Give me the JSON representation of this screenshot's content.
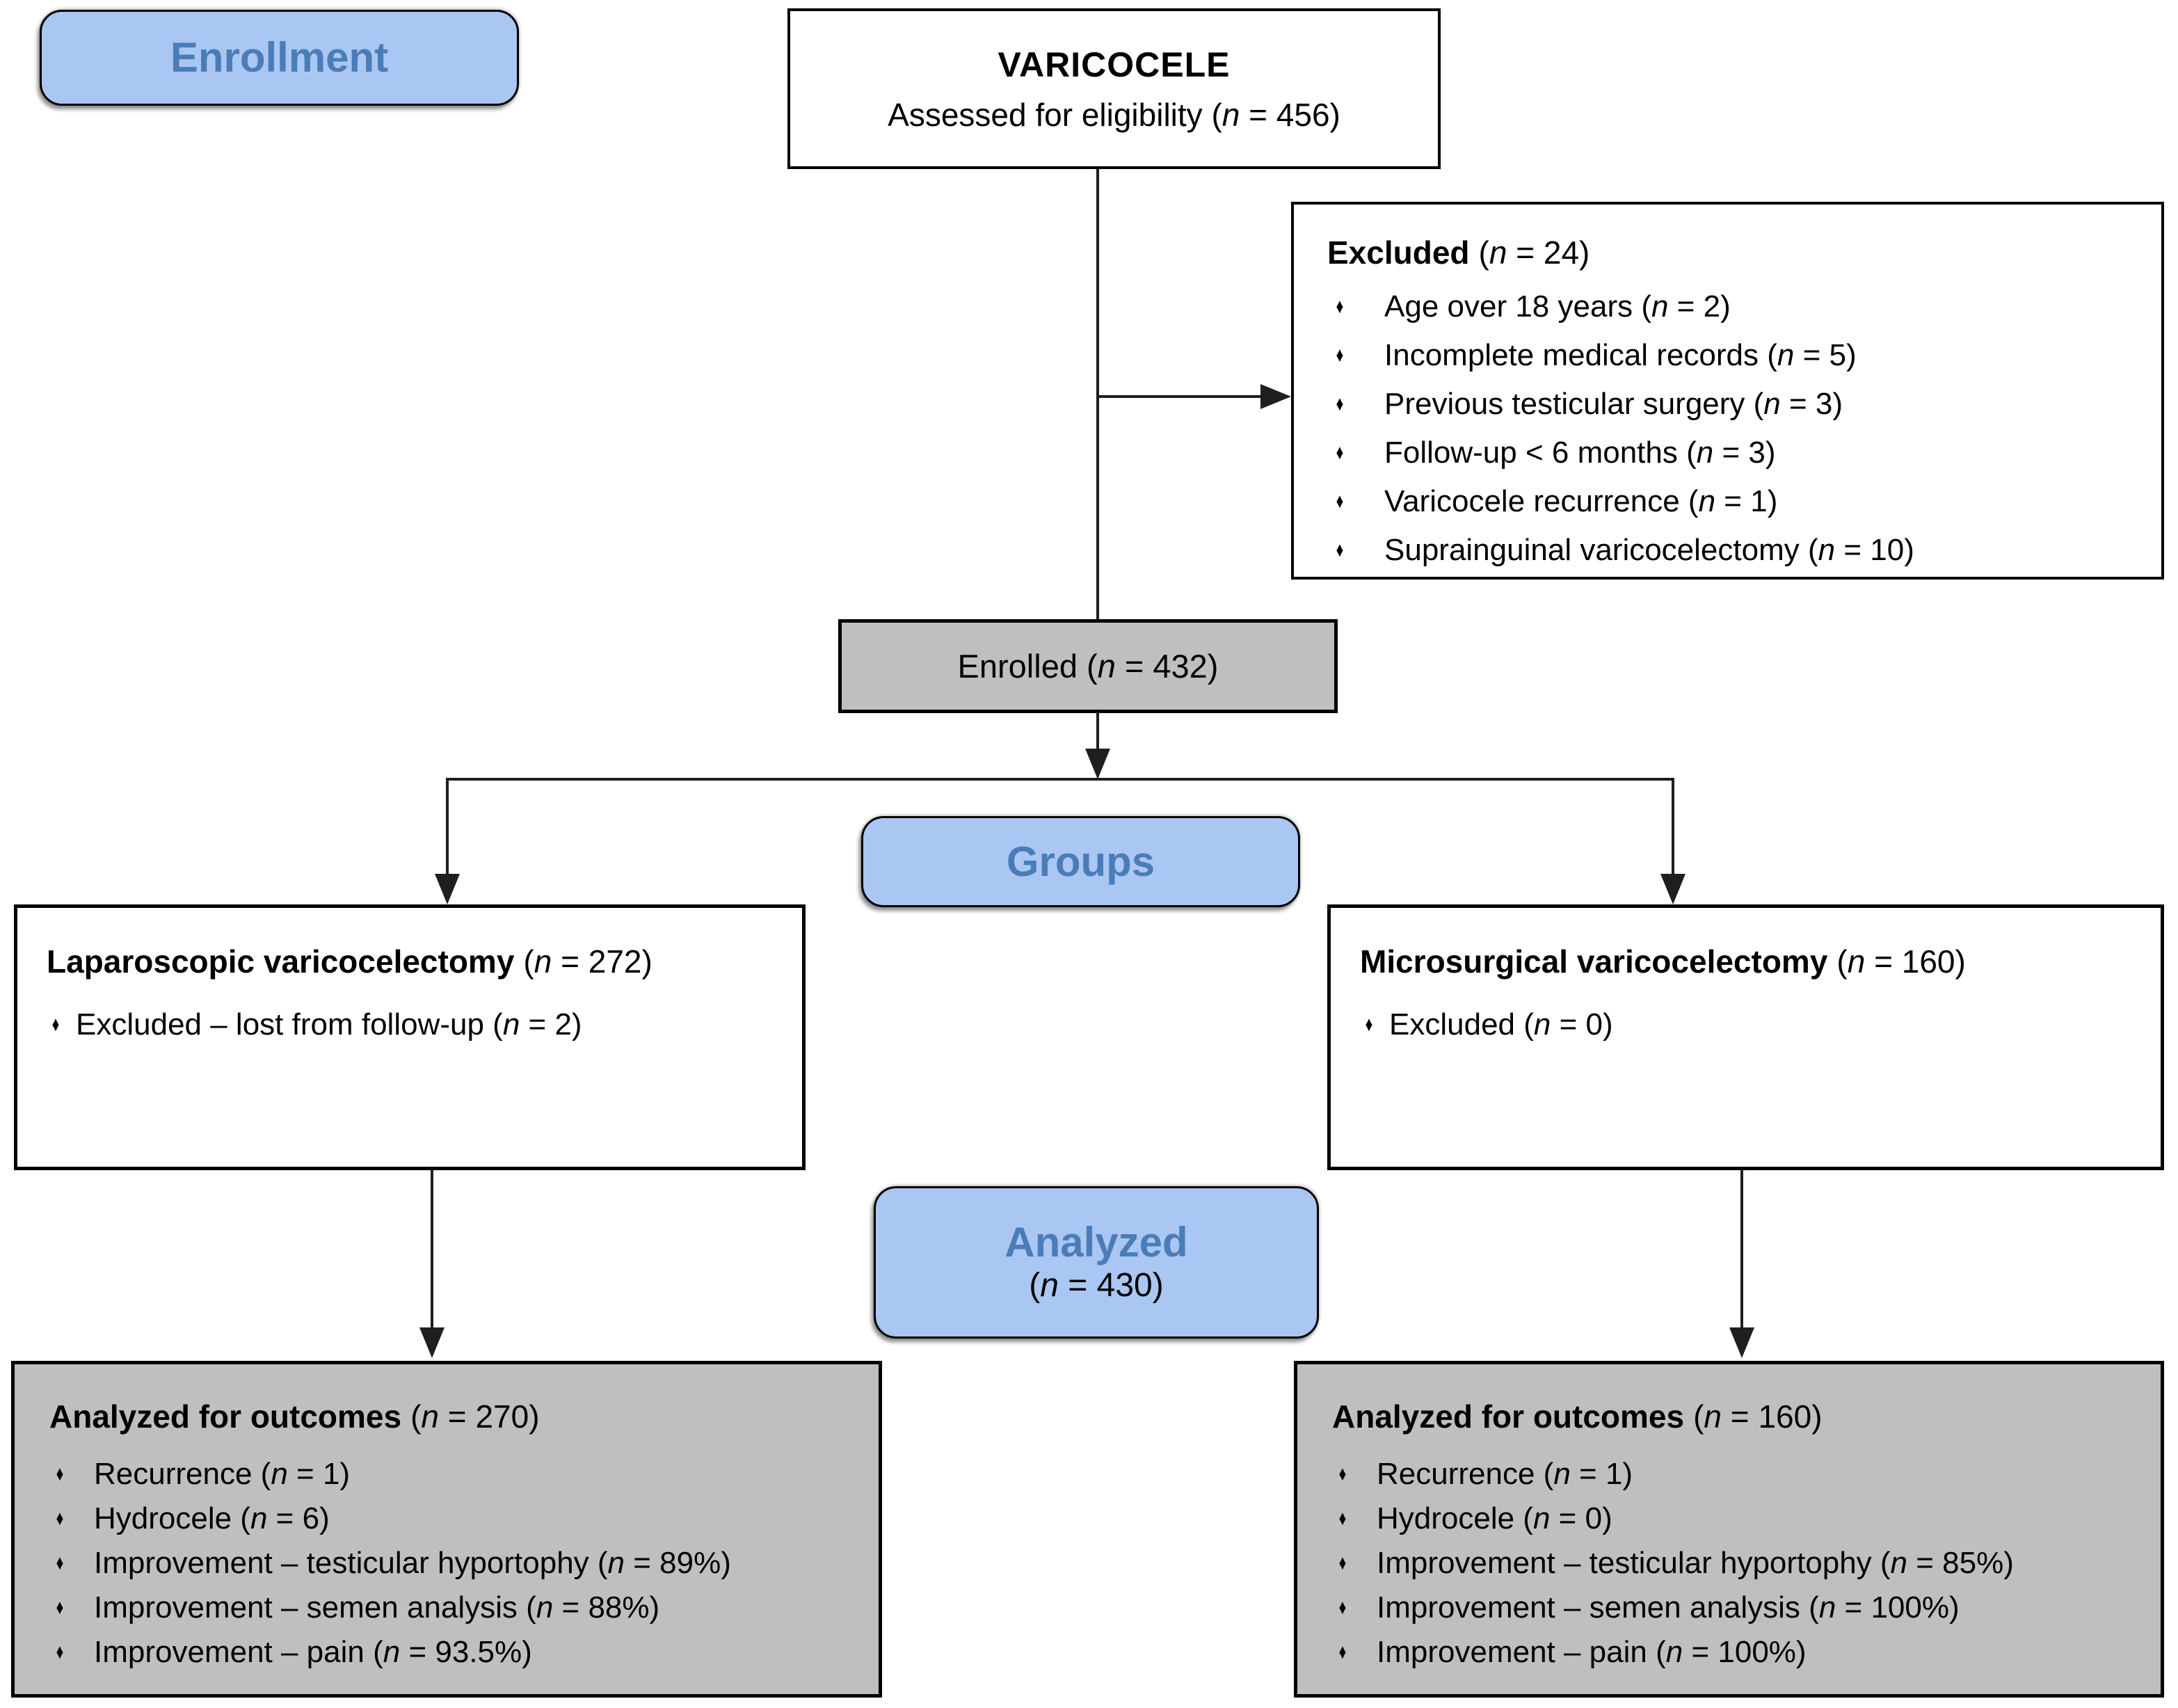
{
  "colors": {
    "page_bg": "#ffffff",
    "blue_fill": "#aac6f2",
    "blue_text": "#4a7db8",
    "gray_fill": "#bfbfbf",
    "border": "#000000",
    "line": "#1f1f1f"
  },
  "bullet_glyph": "♦",
  "stages": {
    "enrollment": "Enrollment",
    "groups": "Groups",
    "analyzed": "Analyzed",
    "analyzed_n": "(n = 430)"
  },
  "boxes": {
    "assessed": {
      "title": "VARICOCELE",
      "subtitle": "Assessed for eligibility (n = 456)"
    },
    "excluded": {
      "title": "Excluded",
      "title_n": "(n = 24)",
      "items": [
        {
          "text": "Age over 18 years (n = 2)"
        },
        {
          "text": "Incomplete medical records (n = 5)"
        },
        {
          "text": "Previous testicular surgery (n = 3)"
        },
        {
          "text": "Follow-up < 6 months (n = 3)"
        },
        {
          "text": "Varicocele recurrence (n = 1)"
        },
        {
          "text": "Suprainguinal varicocelectomy (n = 10)"
        }
      ]
    },
    "enrolled": {
      "text": "Enrolled (n = 432)"
    },
    "group_left": {
      "title": "Laparoscopic varicocelectomy",
      "title_n": "(n = 272)",
      "items": [
        {
          "text": "Excluded – lost from follow-up (n = 2)"
        }
      ]
    },
    "group_right": {
      "title": "Microsurgical varicocelectomy",
      "title_n": "(n = 160)",
      "items": [
        {
          "text": "Excluded (n = 0)"
        }
      ]
    },
    "outcomes_left": {
      "title": "Analyzed for outcomes",
      "title_n": "(n = 270)",
      "items": [
        {
          "text": "Recurrence (n = 1)"
        },
        {
          "text": "Hydrocele (n = 6)"
        },
        {
          "text": "Improvement – testicular hyportophy (n = 89%)"
        },
        {
          "text": "Improvement – semen analysis (n = 88%)"
        },
        {
          "text": "Improvement – pain (n = 93.5%)"
        }
      ]
    },
    "outcomes_right": {
      "title": "Analyzed for outcomes",
      "title_n": "(n = 160)",
      "items": [
        {
          "text": "Recurrence (n = 1)"
        },
        {
          "text": "Hydrocele (n = 0)"
        },
        {
          "text": "Improvement – testicular hyportophy (n = 85%)"
        },
        {
          "text": "Improvement – semen analysis (n = 100%)"
        },
        {
          "text": "Improvement – pain (n = 100%)"
        }
      ]
    }
  }
}
